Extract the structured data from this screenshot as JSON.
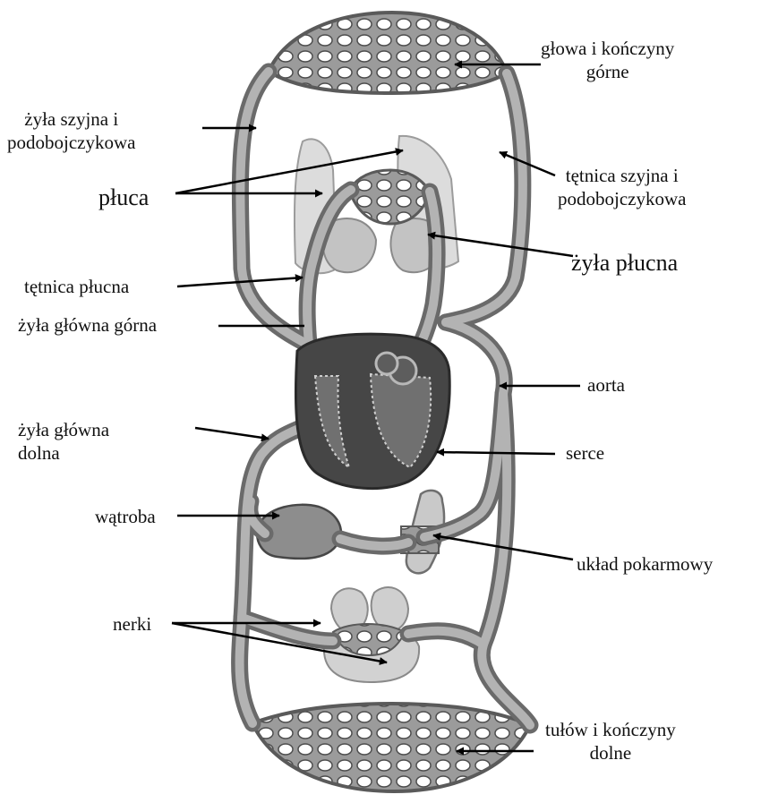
{
  "labels": {
    "head_limbs": {
      "line1": "głowa i kończyny",
      "line2": "górne"
    },
    "jugular_vein": {
      "line1": "żyła szyjna i",
      "line2": "podobojczykowa"
    },
    "carotid": {
      "line1": "tętnica szyjna i",
      "line2": "podobojczykowa"
    },
    "lungs": "płuca",
    "pulmonary_vein": "żyła płucna",
    "pulmonary_artery": "tętnica płucna",
    "superior_vena_cava": "żyła główna górna",
    "aorta": "aorta",
    "inferior_vena_cava": {
      "line1": "żyła główna",
      "line2": "dolna"
    },
    "heart": "serce",
    "liver": "wątroba",
    "digestive": "układ pokarmowy",
    "kidneys": "nerki",
    "trunk_limbs": {
      "line1": "tułów i kończyny",
      "line2": "dolne"
    }
  },
  "colors": {
    "vessel": "#6f6f6f",
    "vessel_fill": "#a9a9a9",
    "heart": "#474747",
    "organ": "#cfcfcf",
    "arrow": "#000000"
  }
}
